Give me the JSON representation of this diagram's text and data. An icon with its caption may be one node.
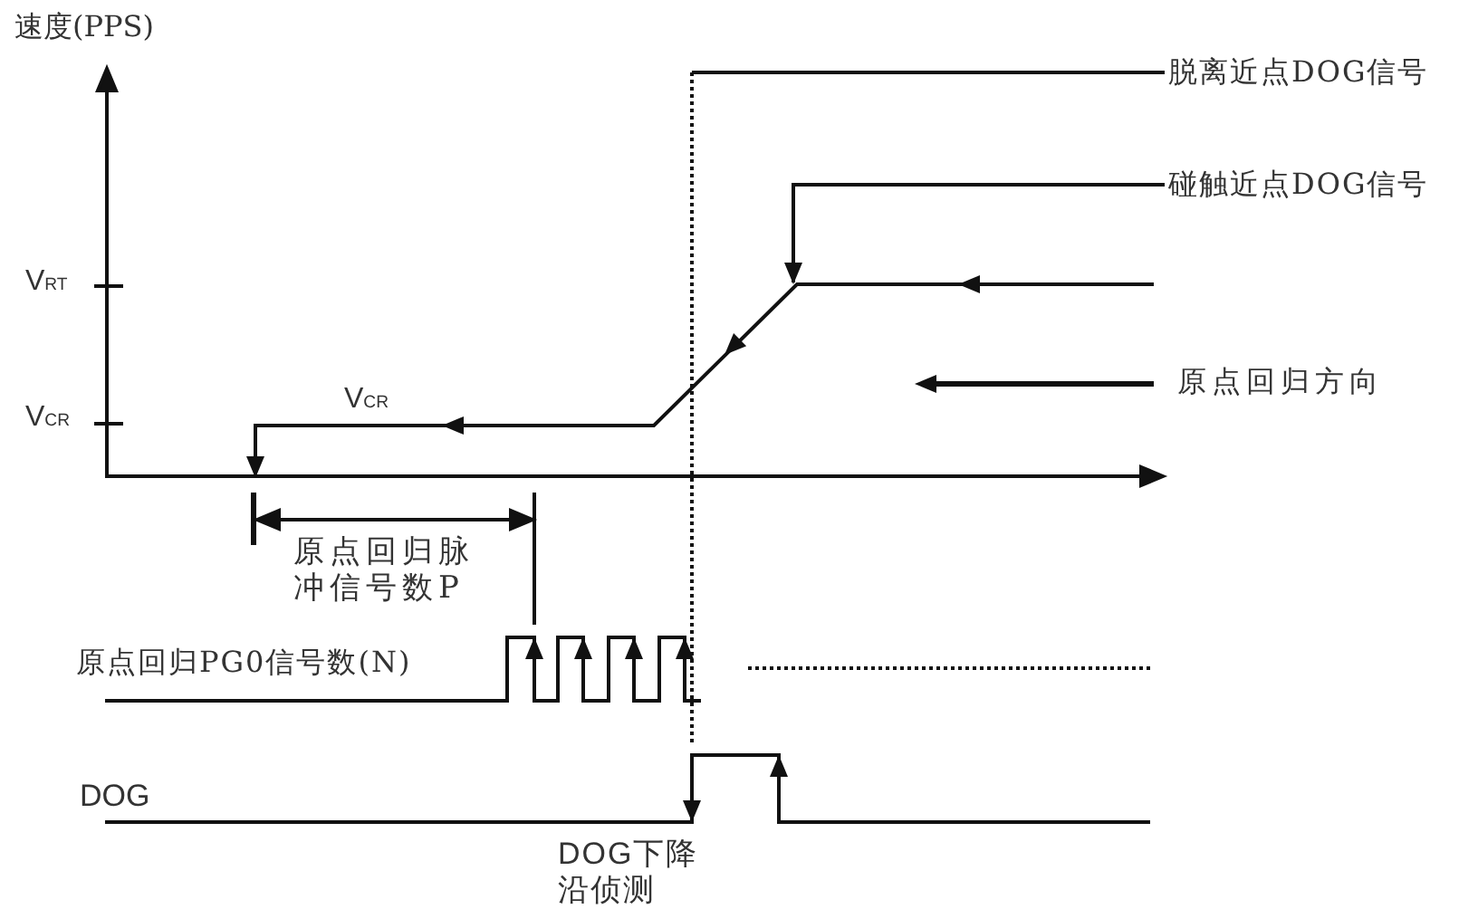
{
  "diagram": {
    "nodes": [
      {
        "text": [
          "脱离近点DOG信号"
        ]
      },
      {
        "text": [
          "碰触近点DOG信号"
        ]
      },
      {
        "text": [],
        "shape": "line"
      }
    ],
    "edges": [
      {
        "from": 0,
        "to": null,
        "arrow": "none"
      },
      {
        "from": 1,
        "to": 2,
        "arrow": "to"
      }
    ],
    "labels": [
      "速度(PPS)",
      "V$_{RT}$",
      "V$_{CR}$",
      "V$_{CR}$",
      "原点回归方向",
      "原点回归脉冲信号数P",
      "原点回归PG0信号数(N)",
      "DOG",
      "DOG下降沿侦测"
    ]
  }
}
